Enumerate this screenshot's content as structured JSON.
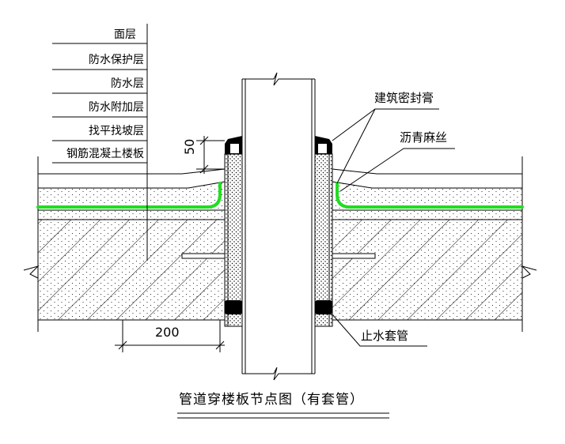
{
  "layer_labels": [
    "面层",
    "防水保护层",
    "防水层",
    "防水附加层",
    "找平找坡层",
    "钢筋混凝土楼板"
  ],
  "callouts": {
    "sealant": "建筑密封膏",
    "hemp": "沥青麻丝",
    "sleeve": "止水套管"
  },
  "dimensions": {
    "height": "50",
    "width": "200"
  },
  "title": "管道穿楼板节点图（有套管）",
  "colors": {
    "line": "#000000",
    "waterproof": "#22dd22"
  }
}
